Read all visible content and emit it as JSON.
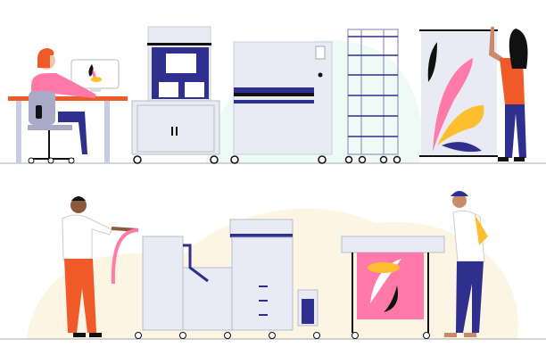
{
  "colors": {
    "machine_body": "#e8ebf3",
    "machine_outline": "#b7bccb",
    "navy": "#2e2f8f",
    "pink": "#ff7aa8",
    "orange": "#f05a28",
    "yellow": "#ffbe2e",
    "black": "#111111",
    "floor_line": "#aaaaaa",
    "bg_mint": "#eefaf6",
    "bg_cream": "#fdf5e4"
  },
  "scene": {
    "top_row": [
      "designer-at-computer",
      "3d-printer-cabinet",
      "large-oven-machine",
      "drying-rack",
      "roll-up-banner-with-woman"
    ],
    "bottom_row": [
      "man-holding-paper",
      "production-printer-finisher",
      "copier",
      "wide-format-printer-with-man"
    ]
  }
}
